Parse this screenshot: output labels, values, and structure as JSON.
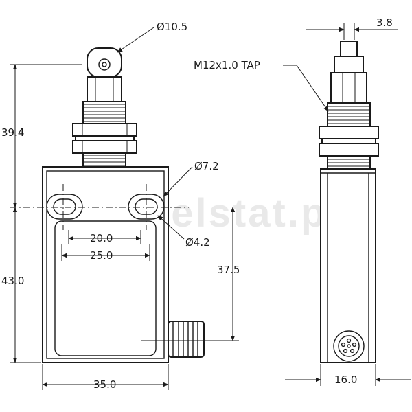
{
  "watermark": "www.elstat.pl",
  "dimensions": {
    "roller_diameter": "Ø10.5",
    "height_top": "39.4",
    "height_body": "43.0",
    "hole_diameter_outer": "Ø7.2",
    "hole_diameter_inner": "Ø4.2",
    "hole_spacing_inner": "20.0",
    "hole_spacing_outer": "25.0",
    "connector_height": "37.5",
    "body_width": "35.0",
    "plunger_width": "3.8",
    "thread": "M12x1.0 TAP",
    "side_width": "16.0"
  },
  "colors": {
    "line": "#1a1a1a",
    "watermark": "#d8d8d8"
  }
}
